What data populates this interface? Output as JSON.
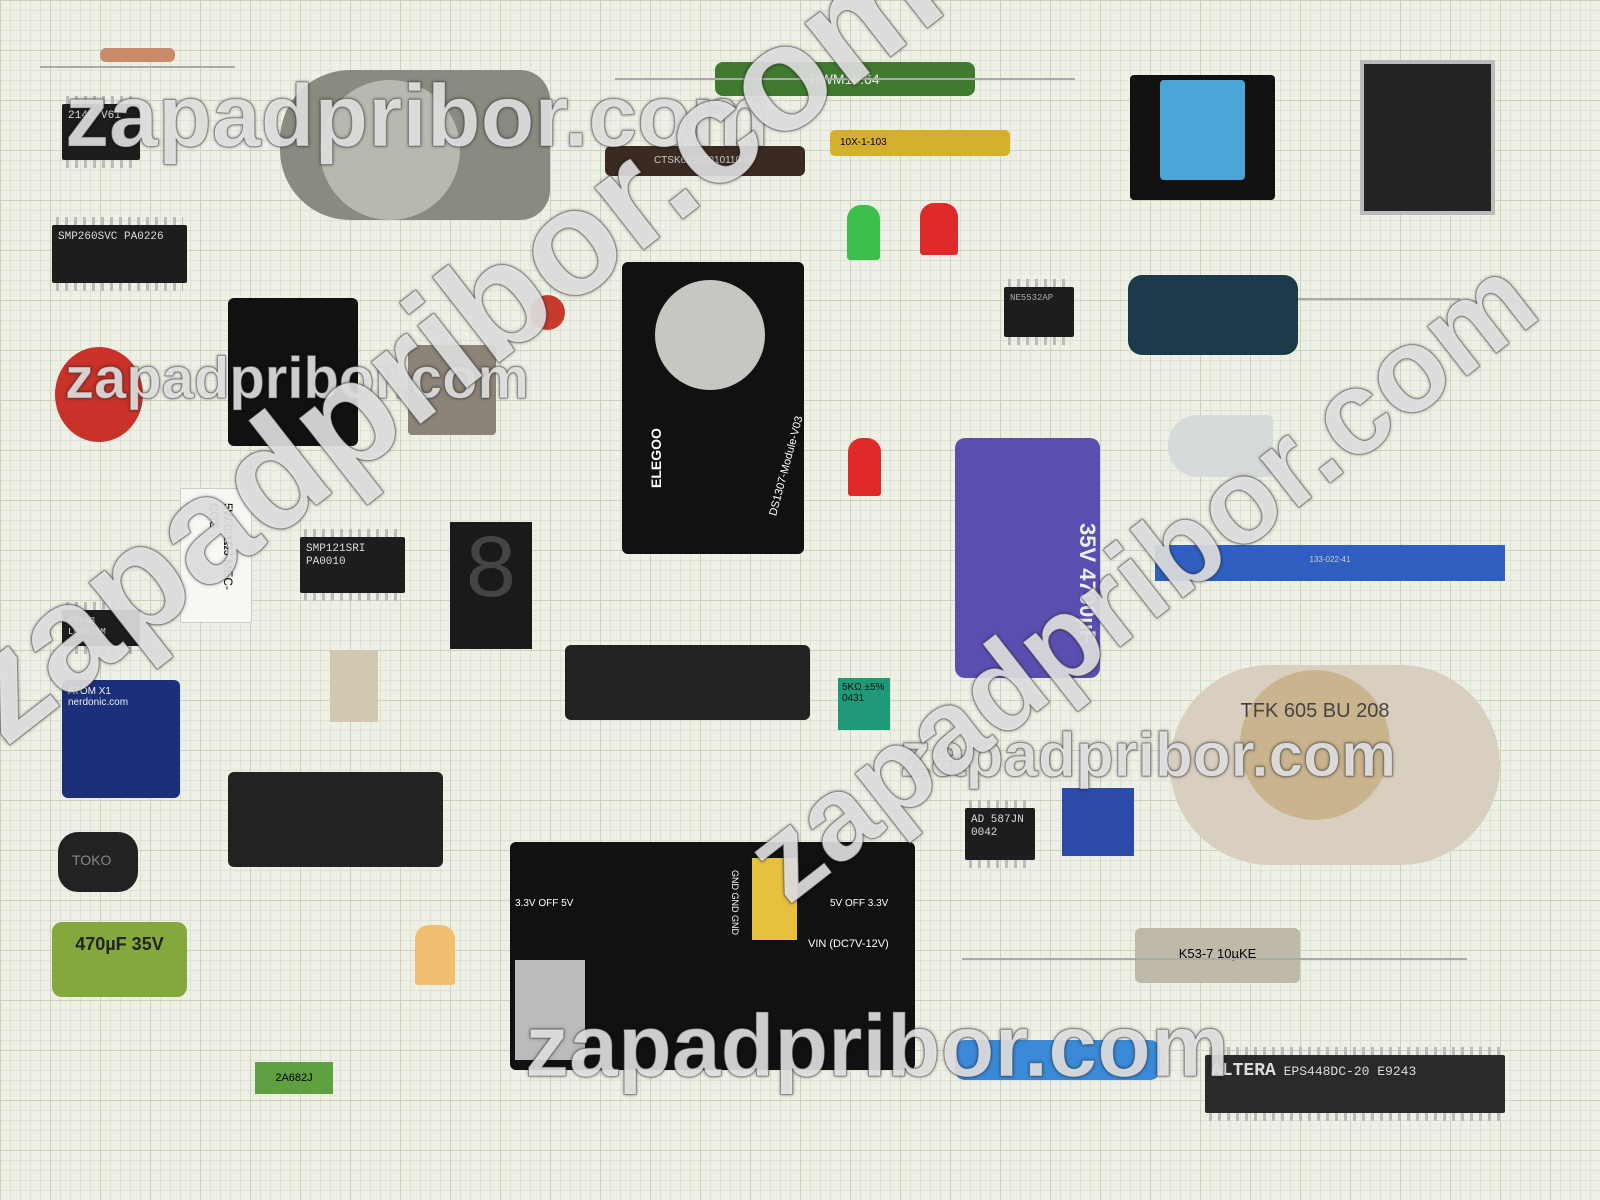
{
  "watermarks": [
    "zapadpribor.com",
    "zapadpribor.com",
    "zapadpribor.com",
    "zapadpribor.com",
    "zapadpribor.com",
    "zapadpribor.com"
  ],
  "components": {
    "resistor_bwm": "BWM10.64",
    "network_resistor": "CTSK63577010110 3P",
    "resistor_array": "10X-1-103",
    "chip_top_left": "2146 V61",
    "chip_smp260": "SMP260SVC PA0226",
    "chip_smp121": "SMP121SRI PA0010",
    "chip_lm3621": "P77AB LM3621M",
    "resistor_5w": "5W 0.1ΩJ MEC-CGS",
    "rtc_module": "DS1307-Module-V03",
    "rtc_brand": "ELEGOO",
    "opamp": "NE5532AP",
    "electrolytic_big": "35V 4700µF",
    "trimmer_green": "5KΩ ±5% 0431",
    "ad_chip": "AD 587JN 0042",
    "transistor": "TFK 605 BU 208",
    "cap_k53": "K53-7 10µKE",
    "altera_chip": "ALTERA",
    "altera_part": "EPS448DC-20 E9243",
    "cap_small": "470µF 35V",
    "film_cap": "2A682J",
    "inductor": "TOKO",
    "atom_board": "ATOM X1",
    "atom_site": "nerdonic.com",
    "connector_label": "133-022-41",
    "psu_vin": "VIN (DC7V-12V)",
    "psu_left": "3.3V OFF 5V",
    "psu_right": "5V OFF 3.3V",
    "psu_gnd": "GND GND GND",
    "seg_digit": "8"
  },
  "colors": {
    "background": "#eef0e6",
    "pcb": "#111111",
    "purple_cap": "#5a4fb0",
    "blue_connector": "#2f5fc0"
  }
}
